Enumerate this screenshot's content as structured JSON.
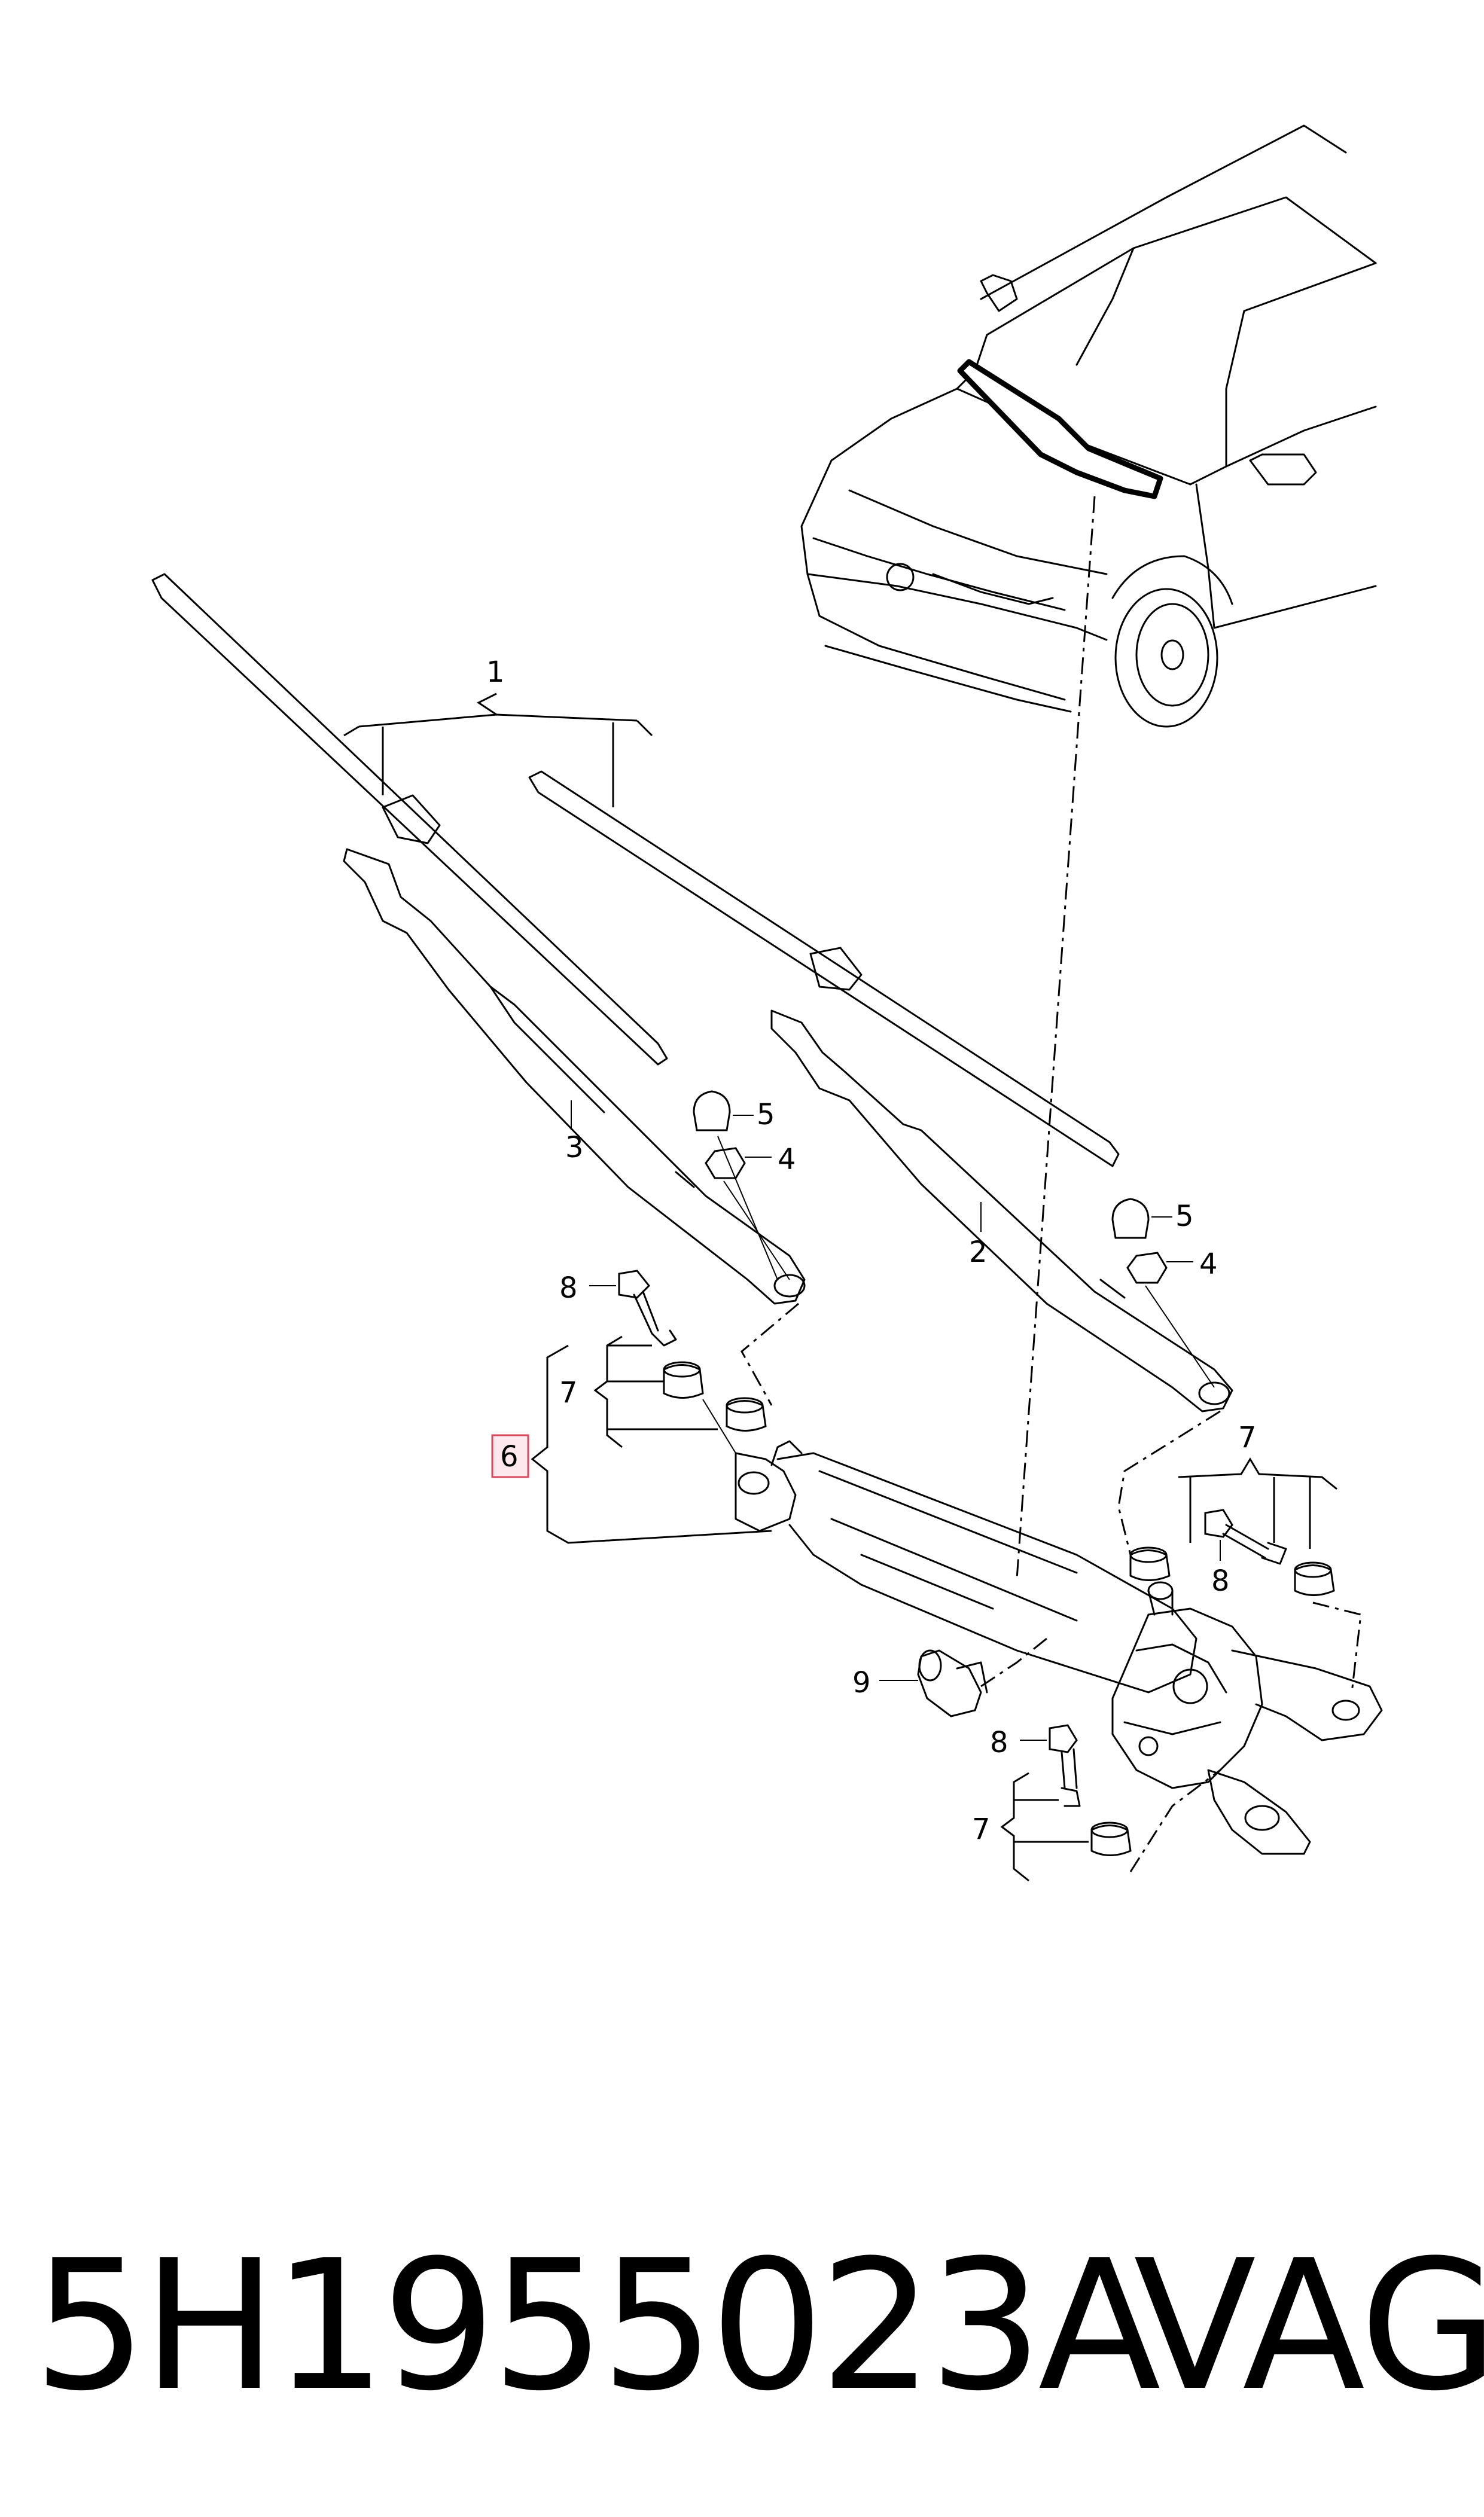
{
  "diagram": {
    "callouts": {
      "wiper_blade_set": "1",
      "wiper_arm_right": "2",
      "wiper_arm_left": "3",
      "nut_left": "4",
      "cap_left": "5",
      "nut_right": "4",
      "cap_right": "5",
      "linkage_assembly": "6",
      "fixing_set_left": "7",
      "bolt_left": "8",
      "fixing_set_right": "7",
      "bolt_right": "8",
      "grommet": "9",
      "bolt_bottom": "8",
      "fixing_set_bottom": "7"
    },
    "highlighted_callout": "linkage_assembly",
    "highlight_color": "#d8485f"
  },
  "footer": {
    "part_number": "5H1955023A",
    "brand": "VAG"
  }
}
